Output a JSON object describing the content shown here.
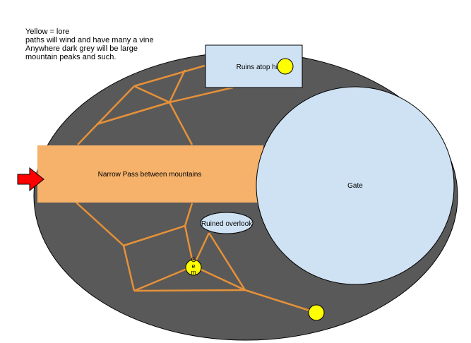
{
  "notes": [
    "Yellow = lore",
    "paths will wind and have many a vine",
    "Anywhere dark grey will be large",
    "mountain peaks and such."
  ],
  "labels": {
    "ruins": "Ruins atop hill",
    "pass": "Narrow Pass between mountains",
    "gate": "Gate",
    "overlook": "Ruined overlook",
    "gem": "Gem"
  },
  "colors": {
    "terrain": "#595959",
    "outline": "#000000",
    "area": "#cfe2f3",
    "pass": "#f6b26b",
    "path": "#e69138",
    "lore": "#ffff00",
    "arrow": "#ff0000"
  }
}
